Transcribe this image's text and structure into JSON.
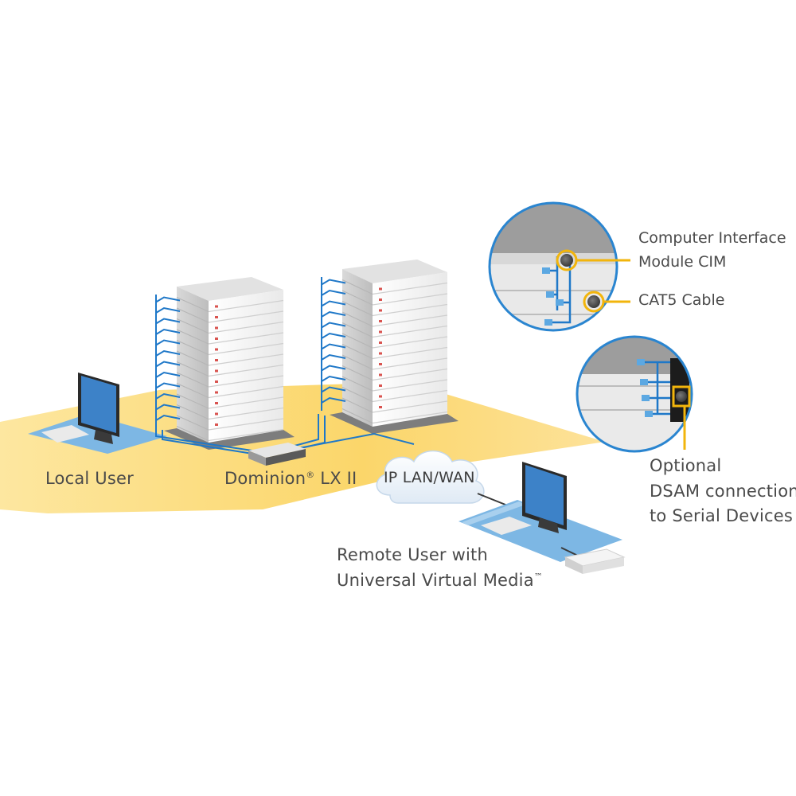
{
  "labels": {
    "local_user": "Local User",
    "dominion": "Dominion",
    "dominion_reg": "®",
    "dominion_suffix": " LX II",
    "ip_lan_wan": "IP LAN/WAN",
    "remote_user_line1": "Remote User with",
    "remote_user_line2": "Universal Virtual Media",
    "remote_user_tm": "™",
    "cim_line1": "Computer Interface",
    "cim_line2": "Module CIM",
    "cat5": "CAT5 Cable",
    "dsam_line1": "Optional",
    "dsam_line2": "DSAM connection",
    "dsam_line3": "to Serial Devices"
  },
  "colors": {
    "floor": "#fce08a",
    "cable_blue": "#1f78c8",
    "callout_yellow": "#f2b50c",
    "monitor_blue": "#3d82c8",
    "desk_blue": "#7db7e4",
    "rack_white": "#f4f4f4",
    "rack_shadow": "#c9c9c9",
    "label_text": "#4a4a4a"
  }
}
